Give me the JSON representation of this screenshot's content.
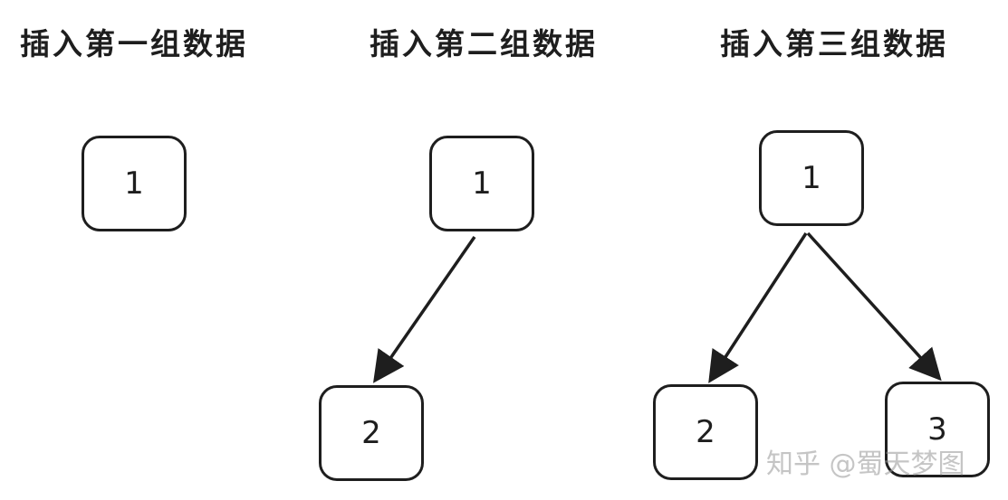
{
  "panels": [
    {
      "title": "插入第一组数据",
      "nodes": [
        "1"
      ]
    },
    {
      "title": "插入第二组数据",
      "nodes": [
        "1",
        "2"
      ]
    },
    {
      "title": "插入第三组数据",
      "nodes": [
        "1",
        "2",
        "3"
      ]
    }
  ],
  "watermark": "知乎 @蜀天梦图",
  "colors": {
    "stroke": "#1e1e1e",
    "background": "#ffffff"
  }
}
